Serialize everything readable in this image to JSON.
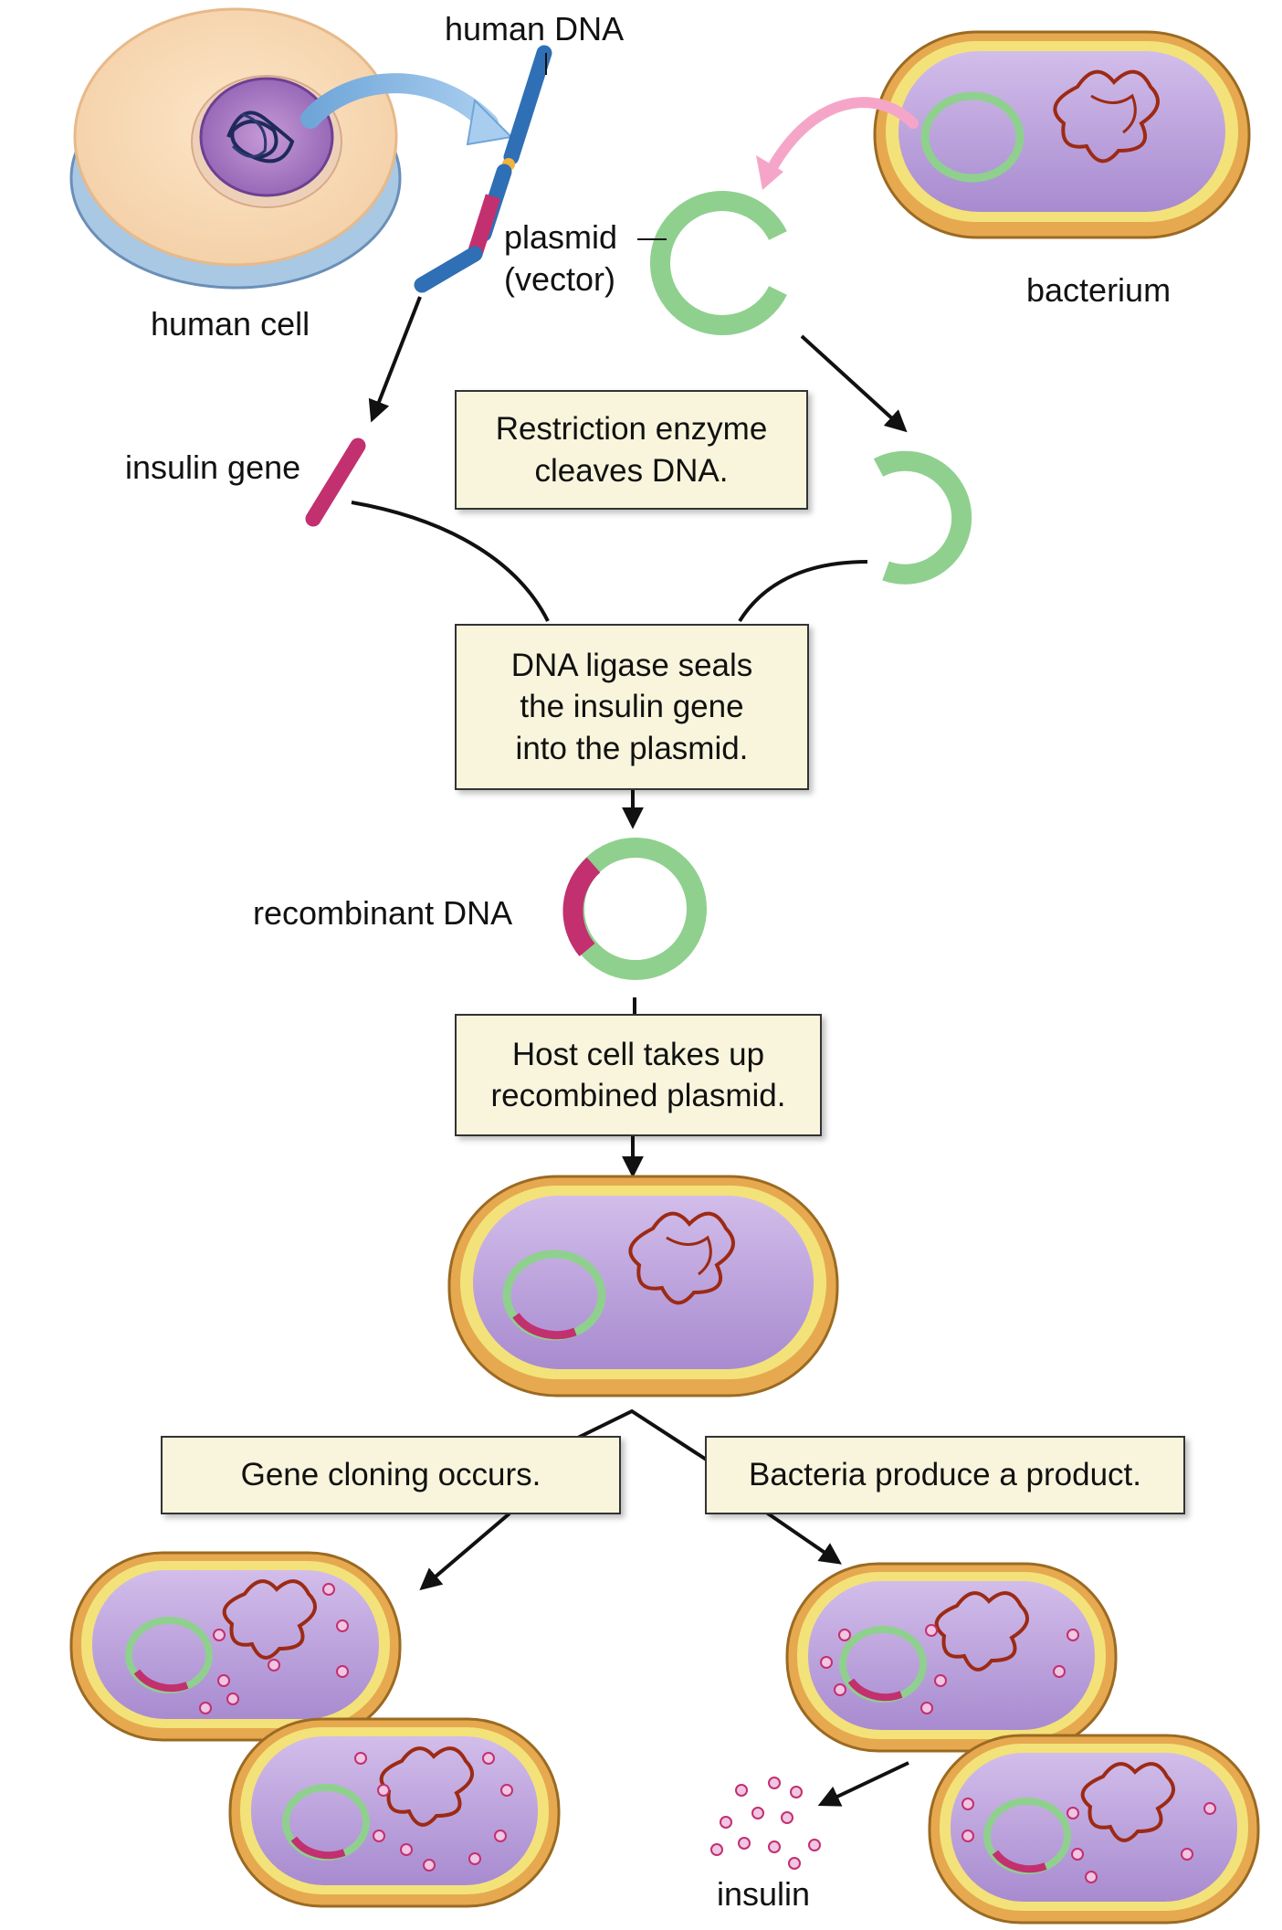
{
  "labels": {
    "human_dna": "human DNA",
    "human_cell": "human cell",
    "plasmid_line1": "plasmid",
    "plasmid_line2": "(vector)",
    "bacterium": "bacterium",
    "insulin_gene": "insulin gene",
    "recombinant_dna": "recombinant DNA",
    "insulin": "insulin"
  },
  "steps": {
    "restriction": [
      "Restriction enzyme",
      "cleaves DNA."
    ],
    "ligase": [
      "DNA ligase seals",
      "the insulin gene",
      "into the plasmid."
    ],
    "uptake": [
      "Host cell takes up",
      "recombined plasmid."
    ],
    "cloning": "Gene cloning occurs.",
    "product": "Bacteria produce a product."
  },
  "colors": {
    "human_dna": "#2f6fb5",
    "insulin_gene": "#c2306f",
    "plasmid": "#8fd08f",
    "cytoplasm": "#b69ad6",
    "cell_wall": "#e6a94f",
    "membrane": "#f3e27a",
    "chromosome": "#9c2a14",
    "step_box": "#f8f5dc"
  }
}
